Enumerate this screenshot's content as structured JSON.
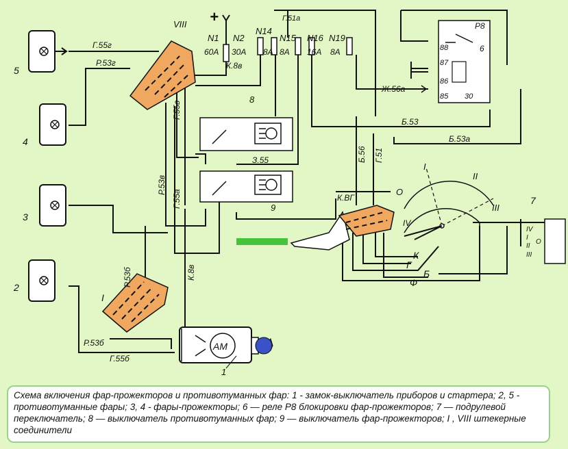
{
  "diagram": {
    "fuses": [
      {
        "id": "N1",
        "rating": "60A"
      },
      {
        "id": "N2",
        "rating": "30A"
      },
      {
        "id": "N14",
        "rating": "8A"
      },
      {
        "id": "N15",
        "rating": "8A"
      },
      {
        "id": "N16",
        "rating": "16A"
      },
      {
        "id": "N19",
        "rating": "8A"
      }
    ],
    "plus_sign": "+",
    "relay": {
      "name": "P8",
      "number": "6",
      "pins": [
        "88",
        "87",
        "86",
        "85",
        "30"
      ]
    },
    "switches": {
      "fog_switch_number": "8",
      "headlamp_switch_number": "9",
      "ignition_number": "1",
      "ignition_label": "AM",
      "stalk_number": "7"
    },
    "lamps": [
      "5",
      "4",
      "3",
      "2"
    ],
    "connectors": {
      "top": "VIII",
      "bottom": "I"
    },
    "wires": {
      "g55g": "Г.55г",
      "r53g": "Р.53г",
      "g55v": "Г.55в",
      "r53v": "Р.53в",
      "g55a": "Г.55а",
      "k8v_fuse": "К.8в",
      "k8v": "К.8в",
      "z55": "З.55",
      "r53b_v": "Р.53б",
      "r53b_h": "Р.53б",
      "g55b": "Г.55б",
      "g51a": "Г.51а",
      "zh56a": "Ж.56а",
      "b53": "Б.53",
      "b53a": "Б.53а",
      "b56": "Б.56",
      "g51": "Г.51",
      "kvg": "К.ВГ"
    },
    "stalk_positions": [
      "I",
      "II",
      "III",
      "IV",
      "O"
    ],
    "stalk_terminal_labels": [
      "IV",
      "I",
      "O",
      "II",
      "III"
    ],
    "stalk_wire_letters": [
      "К",
      "Г",
      "Б",
      "Ф"
    ],
    "colors": {
      "background": "#e3f7c6",
      "connector": "#f0a860",
      "key": "#3a52c8",
      "rod": "#45c43b"
    }
  },
  "caption": "Схема включения фар-прожекторов и противотуманных фар: 1 - замок-выключатель приборов и стартера; 2, 5 - противотуманные фары; 3, 4 - фары-прожекторы; 6 — реле Р8 блокировки фар-прожекторов; 7 — подрулевой переключатель; 8 — выключатель противотуманных фар; 9 — выключатель фар-прожекторов; I , VIII штекерные соединители"
}
